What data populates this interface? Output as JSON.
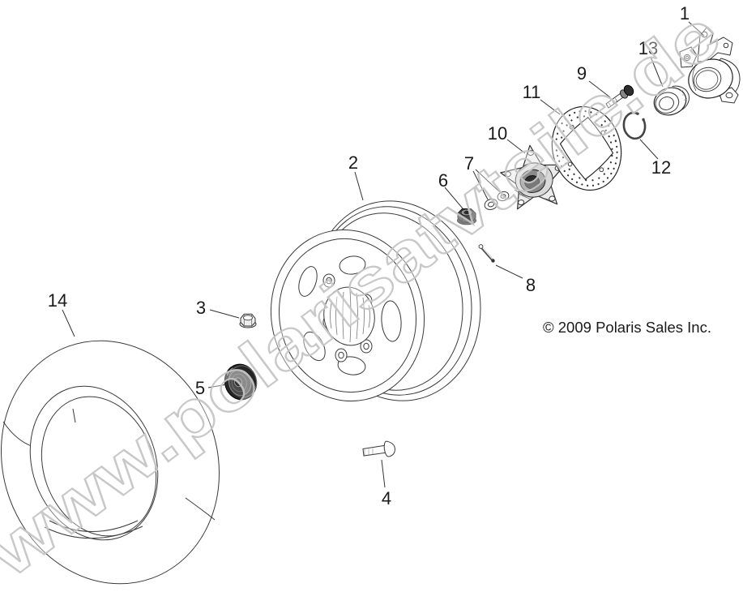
{
  "diagram": {
    "copyright": "© 2009 Polaris Sales Inc.",
    "watermark": "www.polarisatvteile.de",
    "colors": {
      "background": "#ffffff",
      "line": "#3a3a3a",
      "label": "#1a1a1a",
      "watermark_stroke": "#c6c6c6"
    },
    "parts": [
      {
        "number": "1"
      },
      {
        "number": "2"
      },
      {
        "number": "3"
      },
      {
        "number": "4"
      },
      {
        "number": "5"
      },
      {
        "number": "6"
      },
      {
        "number": "7"
      },
      {
        "number": "8"
      },
      {
        "number": "9"
      },
      {
        "number": "10"
      },
      {
        "number": "11"
      },
      {
        "number": "12"
      },
      {
        "number": "13"
      },
      {
        "number": "14"
      }
    ]
  }
}
